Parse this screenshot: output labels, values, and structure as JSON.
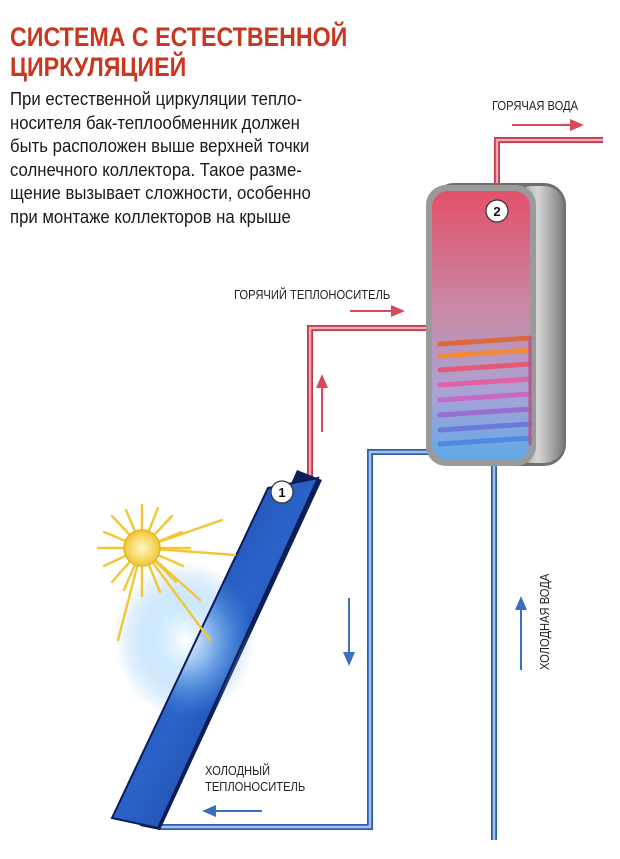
{
  "title": {
    "line1": "СИСТЕМА С ЕСТЕСТВЕННОЙ",
    "line2": "ЦИРКУЛЯЦИЕЙ"
  },
  "lead": [
    "При естественной циркуляции тепло-",
    "носителя бак-теплообменник должен",
    "быть расположен выше верхней точки",
    "солнечного коллектора. Такое разме-",
    "щение вызывает сложности, особенно",
    "при монтаже коллекторов на крыше"
  ],
  "labels": {
    "hot_water": "ГОРЯЧАЯ ВОДА",
    "hot_coolant": "ГОРЯЧИЙ ТЕПЛОНОСИТЕЛЬ",
    "cold_coolant_1": "ХОЛОДНЫЙ",
    "cold_coolant_2": "ТЕПЛОНОСИТЕЛЬ",
    "cold_water": "ХОЛОДНАЯ ВОДА"
  },
  "markers": {
    "collector": "1",
    "tank": "2"
  },
  "colors": {
    "title": "#c8371f",
    "hot_pipe": "#e8586a",
    "cold_pipe": "#4f86c8",
    "sun": "#f2c735"
  },
  "icons": {
    "sun": "sun-icon"
  }
}
